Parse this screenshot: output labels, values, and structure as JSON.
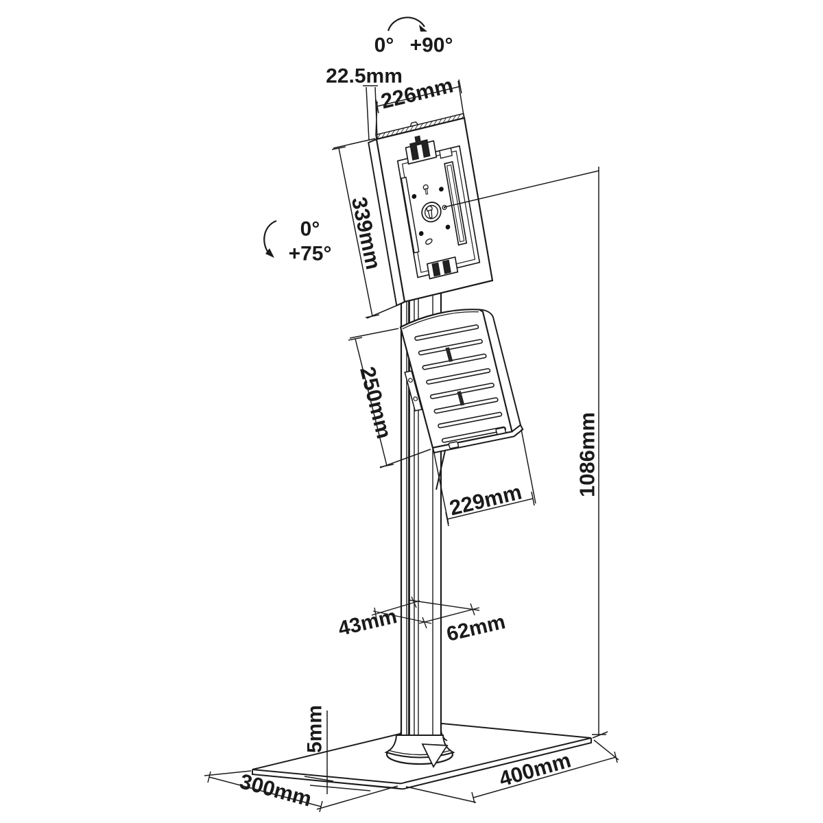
{
  "drawing": {
    "colors": {
      "line": "#1b1b1b",
      "background": "#ffffff"
    },
    "rotation_top": {
      "zero": "0°",
      "plus": "+90°"
    },
    "rotation_tilt": {
      "zero": "0°",
      "plus": "+75°"
    },
    "dimensions": {
      "enclosure_thickness": "22.5mm",
      "enclosure_width": "226mm",
      "enclosure_height": "339mm",
      "holder_height": "250mm",
      "holder_width": "229mm",
      "pole_depth": "43mm",
      "pole_width": "62mm",
      "stand_height": "1086mm",
      "base_thickness": "5mm",
      "base_depth": "300mm",
      "base_width": "400mm"
    }
  }
}
